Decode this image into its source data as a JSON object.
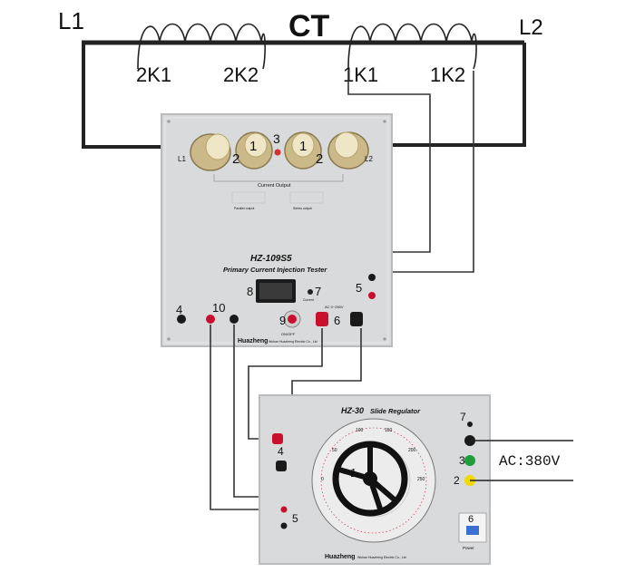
{
  "top": {
    "l1": "L1",
    "l2": "L2",
    "ct": "CT",
    "tap_2k1": "2K1",
    "tap_2k2": "2K2",
    "tap_1k1": "1K1",
    "tap_1k2": "1K2"
  },
  "tester": {
    "model": "HZ-109S5",
    "name": "Primary Current Injection Tester",
    "brand": "Huazheng",
    "small_print": "Wuhan Huazheng Electric Co., Ltd",
    "output_title": "Current Output",
    "parallel_label": "Parallel output",
    "series_label": "Series output",
    "l1_small": "L1",
    "l2_small": "L2",
    "n1a": "1",
    "n2a": "2",
    "n1b": "1",
    "n2b": "2",
    "n3": "3",
    "n4": "4",
    "n5": "5",
    "n6": "6",
    "n7": "7",
    "n8": "8",
    "n9": "9",
    "n10": "10",
    "on_off": "ON/OFF",
    "ac_in": "AC 0~250V",
    "current_label": "Current",
    "colors": {
      "panel": "#d9dadb",
      "panel_edge": "#b9bbbd",
      "red_post": "#c8102e",
      "black_post": "#1a1a1a"
    }
  },
  "regulator": {
    "model": "HZ-30",
    "name": "Slide Regulator",
    "brand": "Huazheng",
    "small_print": "Wuhan Huazheng Electric Co., Ltd",
    "n1": "1",
    "n2": "2",
    "n3": "3",
    "n4": "4",
    "n5": "5",
    "n6": "6",
    "n7": "7",
    "power": "Power",
    "dial_ticks": [
      "0",
      "50",
      "100",
      "150",
      "200",
      "250"
    ]
  },
  "supply": {
    "label": "AC:380V"
  }
}
